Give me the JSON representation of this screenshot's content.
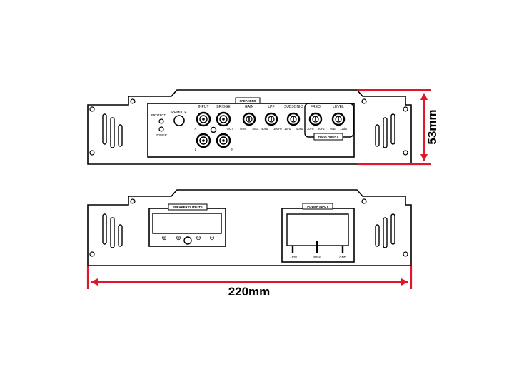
{
  "dimensions": {
    "width_label": "220mm",
    "height_label": "53mm",
    "color": "#e0162b"
  },
  "front_panel": {
    "speakers_label": "SPEAKERS",
    "protect_label": "PROTECT",
    "power_label": "POWER",
    "remote_label": "REMOTE",
    "input_label": "INPUT",
    "bridge_label": "BRIDGE",
    "r_label": "R",
    "l_label": "L",
    "out_label": "OUT",
    "in_label": "IN",
    "gain": {
      "label": "GAIN",
      "min": "MIN",
      "max": "MAX"
    },
    "lpf": {
      "label": "LPF",
      "min": "40Hz",
      "max": "100Hz"
    },
    "subsonic": {
      "label": "SUBSONIC",
      "min": "15Hz",
      "max": "50Hz"
    },
    "freq": {
      "label": "FREQ",
      "min": "30Hz",
      "max": "80Hz"
    },
    "level": {
      "label": "LEVEL",
      "min": "0dB",
      "max": "12dB"
    },
    "bass_boost_label": "BASS BOOST"
  },
  "rear_panel": {
    "speaker_outputs_label": "SPEAKER OUTPUTS",
    "terminal_symbols": [
      "⊕",
      "⊕",
      "⊖",
      "⊖"
    ],
    "power_input_label": "POWER INPUT",
    "plus12v_label": "+12V",
    "rem_label": "REM",
    "gnd_label": "GND"
  }
}
